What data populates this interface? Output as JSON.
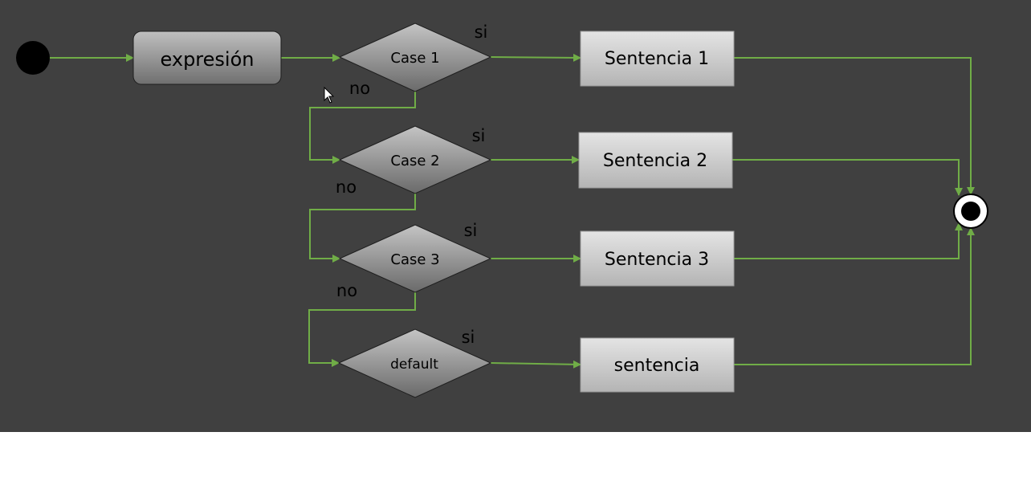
{
  "diagram": {
    "colors": {
      "background": "#404040",
      "edge": "#70ad47",
      "node_fill_light": "#d6d6d6",
      "node_fill_dark": "#7a7a7a",
      "node_text": "#000000",
      "start": "#000000",
      "end_ring": "#ffffff"
    },
    "nodes": {
      "expression": "expresión",
      "case1": "Case 1",
      "case2": "Case 2",
      "case3": "Case 3",
      "default": "default",
      "sentence1": "Sentencia 1",
      "sentence2": "Sentencia 2",
      "sentence3": "Sentencia 3",
      "sentence_default": "sentencia"
    },
    "edge_labels": {
      "yes": "si",
      "no": "no"
    }
  }
}
